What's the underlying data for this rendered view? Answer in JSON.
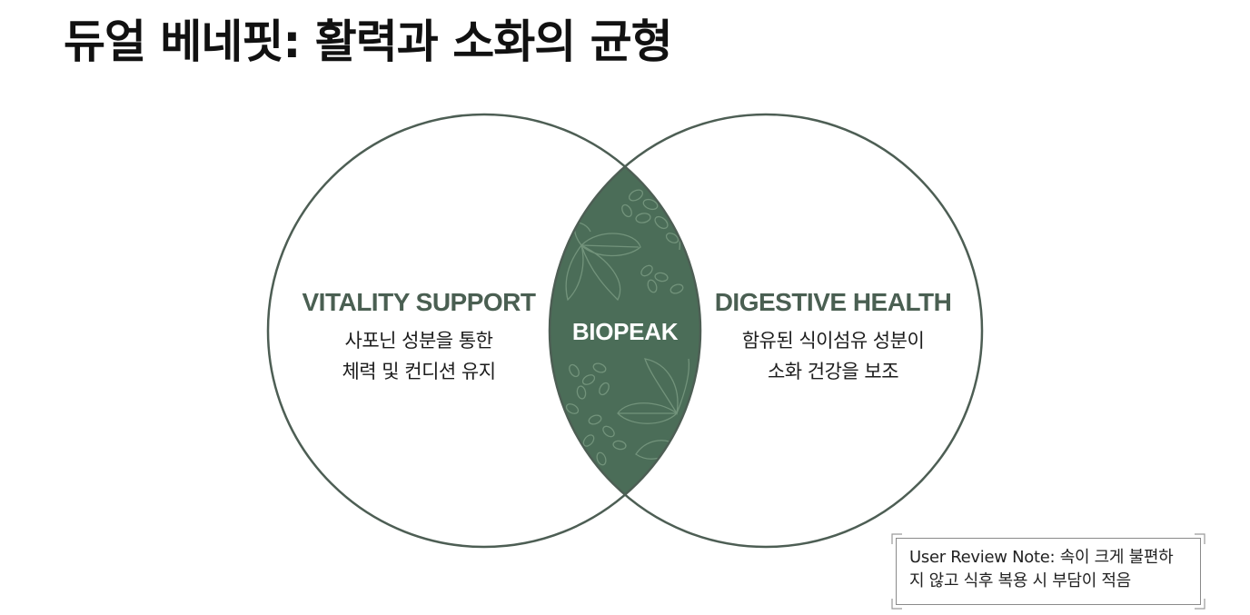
{
  "title": "듀얼 베네핏: 활력과 소화의 균형",
  "colors": {
    "circle_stroke": "#4d5e54",
    "intersection_fill": "#4b6d58",
    "pattern_stroke": "#7a9a82",
    "heading": "#4a5f52",
    "body_text": "#1c1c1c"
  },
  "venn": {
    "left": {
      "heading": "VITALITY SUPPORT",
      "description_lines": [
        "사포닌 성분을 통한",
        "체력 및 컨디션 유지"
      ]
    },
    "right": {
      "heading": "DIGESTIVE HEALTH",
      "description_lines": [
        "함유된 식이섬유 성분이",
        "소화 건강을 보조"
      ]
    },
    "intersection": {
      "label": "BIOPEAK",
      "decoration": "leaf-and-seed-pattern"
    }
  },
  "note": {
    "lines": [
      "User Review Note: 속이 크게 불편하",
      "지 않고 식후 복용 시 부담이 적음"
    ]
  }
}
